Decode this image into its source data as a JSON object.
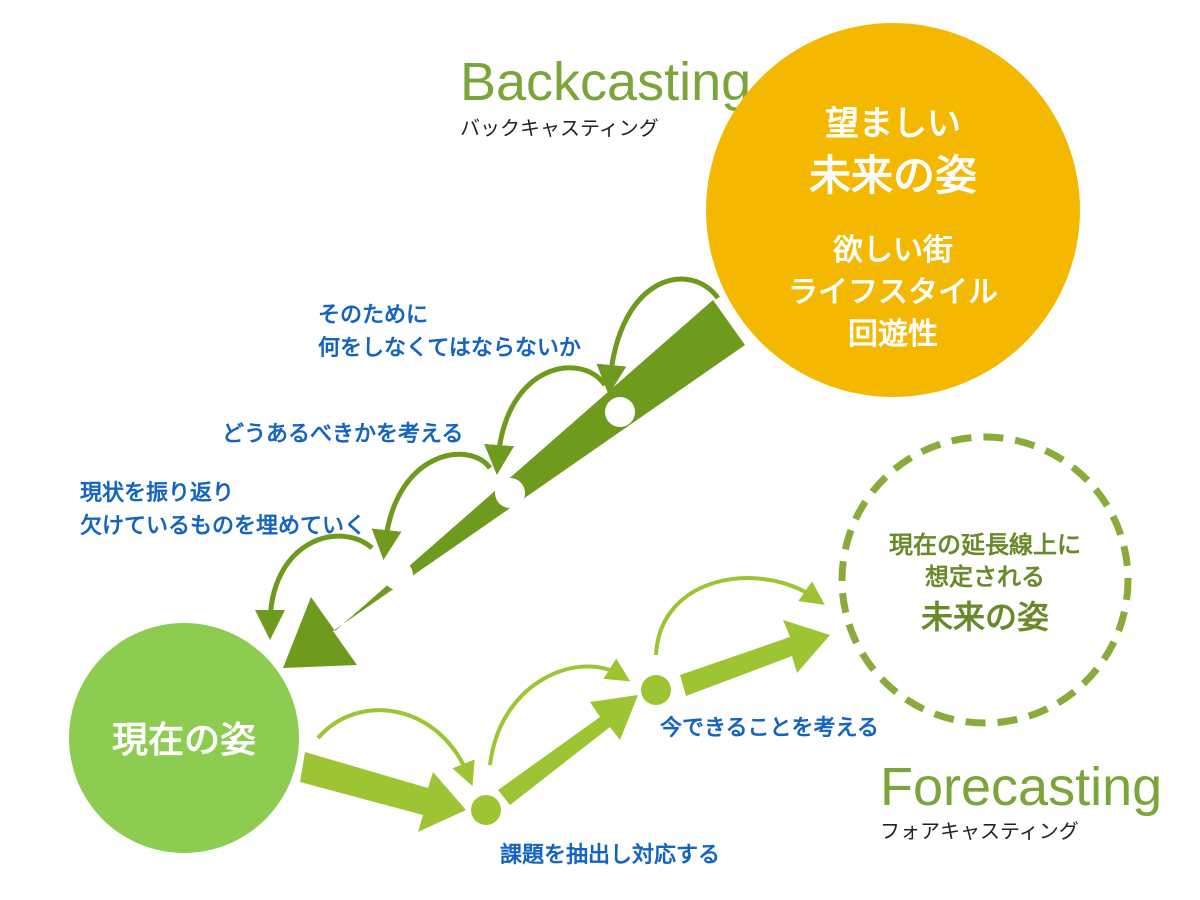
{
  "backcasting": {
    "title": "Backcasting",
    "subtitle": "バックキャスティング",
    "steps": [
      [
        "そのために",
        "何をしなくてはならないか"
      ],
      [
        "どうあるべきかを考える"
      ],
      [
        "現状を振り返り",
        "欠けているものを埋めていく"
      ]
    ]
  },
  "forecasting": {
    "title": "Forecasting",
    "subtitle": "フォアキャスティング",
    "steps": [
      "今できることを考える",
      "課題を抽出し対応する"
    ]
  },
  "desired_future": {
    "title_lines": [
      "望ましい",
      "未来の姿"
    ],
    "detail_lines": [
      "欲しい街",
      "ライフスタイル",
      "回遊性"
    ]
  },
  "present": {
    "label": "現在の姿"
  },
  "projected_future": {
    "lines": [
      "現在の延長線上に",
      "想定される"
    ],
    "emphasis": "未来の姿"
  },
  "colors": {
    "desired_future": "#f5b800",
    "present": "#8ccc50",
    "backcast_arrow": "#6e9a1e",
    "forecast_arrow": "#9cc433",
    "projected_ring": "#8aaa3c",
    "label_blue": "#1565c0",
    "title_green": "#7aa53a"
  }
}
